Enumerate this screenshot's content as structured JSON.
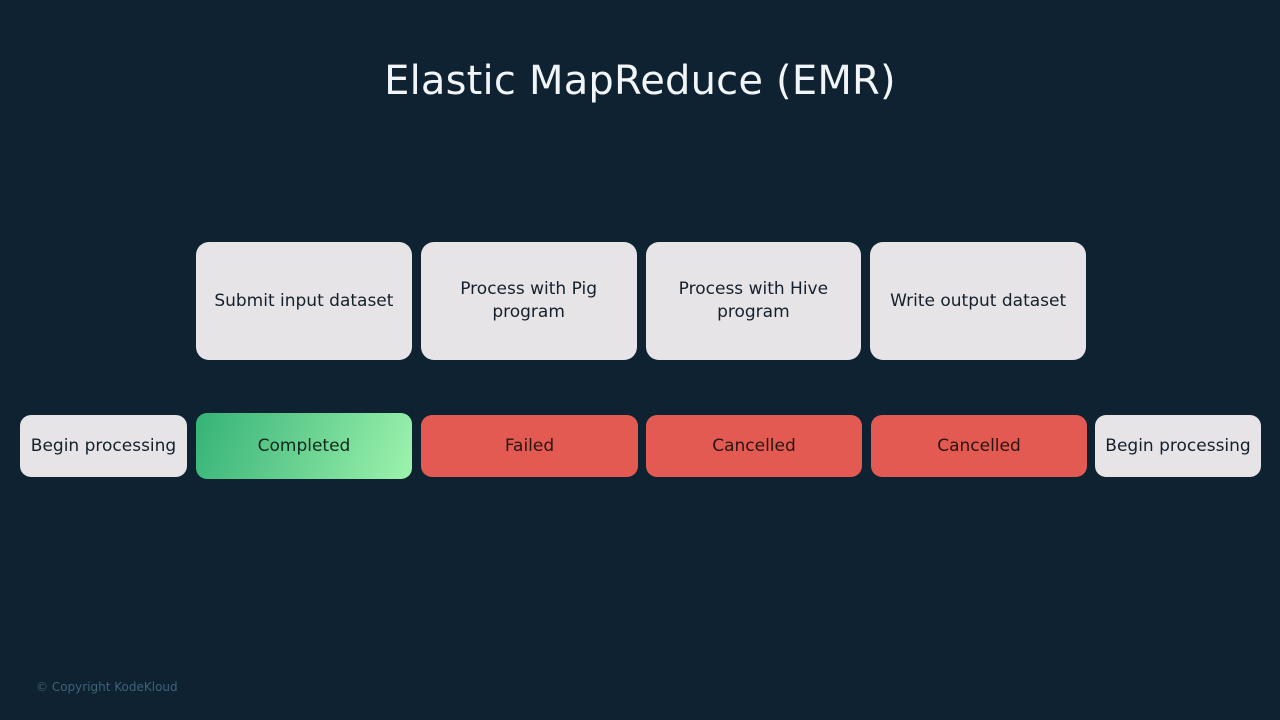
{
  "slide": {
    "title": "Elastic MapReduce (EMR)",
    "background_color": "#0e2231",
    "title_color": "#f1f5f7"
  },
  "steps": {
    "items": [
      {
        "label": "Submit input dataset"
      },
      {
        "label": "Process with Pig program"
      },
      {
        "label": "Process with Hive program"
      },
      {
        "label": "Write output dataset"
      }
    ]
  },
  "statuses": {
    "items": [
      {
        "label": "Begin processing",
        "state": "neutral",
        "color": "#e7e4e8"
      },
      {
        "label": "Completed",
        "state": "success",
        "color": "#5fcb8c"
      },
      {
        "label": "Failed",
        "state": "danger",
        "color": "#e25a51"
      },
      {
        "label": "Cancelled",
        "state": "danger",
        "color": "#e25a51"
      },
      {
        "label": "Cancelled",
        "state": "danger",
        "color": "#e25a51"
      },
      {
        "label": "Begin processing",
        "state": "neutral",
        "color": "#e7e4e8"
      }
    ]
  },
  "footer": {
    "copyright": "© Copyright KodeKloud",
    "color": "#3f6277"
  }
}
